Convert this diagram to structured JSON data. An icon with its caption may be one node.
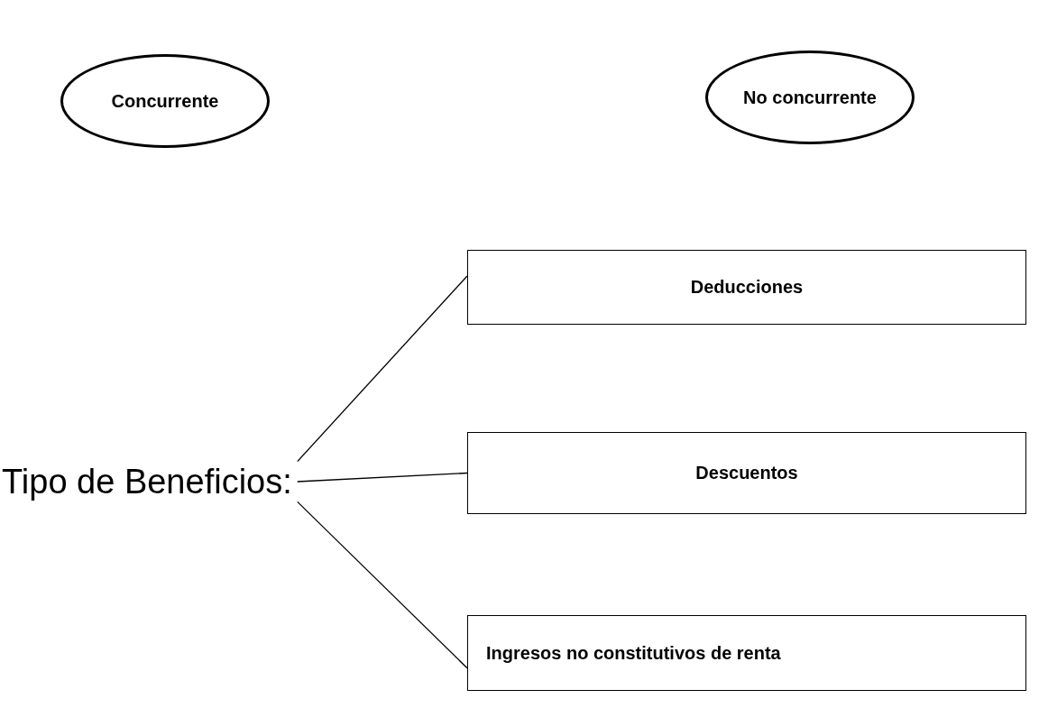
{
  "diagram": {
    "nodes": [
      {
        "text": [
          "Concurrente"
        ]
      },
      {
        "text": [
          "No concurrente"
        ]
      },
      {
        "text": [
          "Tipo de Beneficios:"
        ]
      },
      {
        "text": [
          "Deducciones"
        ]
      },
      {
        "text": [
          "Descuentos"
        ]
      },
      {
        "text": [
          "Ingresos no constitutivos de renta"
        ]
      }
    ],
    "edges": [
      {
        "from": 2,
        "to": 3,
        "arrow": "none"
      },
      {
        "from": 2,
        "to": 4,
        "arrow": "none"
      },
      {
        "from": 2,
        "to": 5,
        "arrow": "none"
      }
    ]
  }
}
